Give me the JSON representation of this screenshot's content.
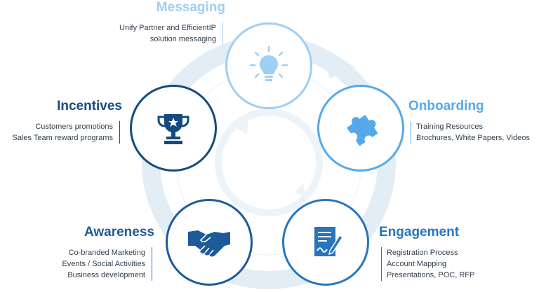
{
  "colors": {
    "navy": "#134a80",
    "blue": "#2874be",
    "light_blue": "#55a9ea",
    "pale_blue": "#9fcff3",
    "ring": "#e3edf6",
    "text": "#333f4c"
  },
  "stages": [
    {
      "id": "messaging",
      "title": "Messaging",
      "icon": "lightbulb-icon",
      "lines": [
        "Unify Partner and EfficientIP",
        "solution messaging"
      ]
    },
    {
      "id": "onboarding",
      "title": "Onboarding",
      "icon": "puzzle-piece-icon",
      "lines": [
        "Training Resources",
        "Brochures, White Papers, Videos"
      ]
    },
    {
      "id": "engagement",
      "title": "Engagement",
      "icon": "document-pen-icon",
      "lines": [
        "Registration Process",
        "Account Mapping",
        "Presentations, POC, RFP"
      ]
    },
    {
      "id": "awareness",
      "title": "Awareness",
      "icon": "handshake-icon",
      "lines": [
        "Co-branded Marketing",
        "Events / Social Activities",
        "Business development"
      ]
    },
    {
      "id": "incentives",
      "title": "Incentives",
      "icon": "trophy-icon",
      "lines": [
        "Customers promotions",
        "Sales Team reward programs"
      ]
    }
  ]
}
